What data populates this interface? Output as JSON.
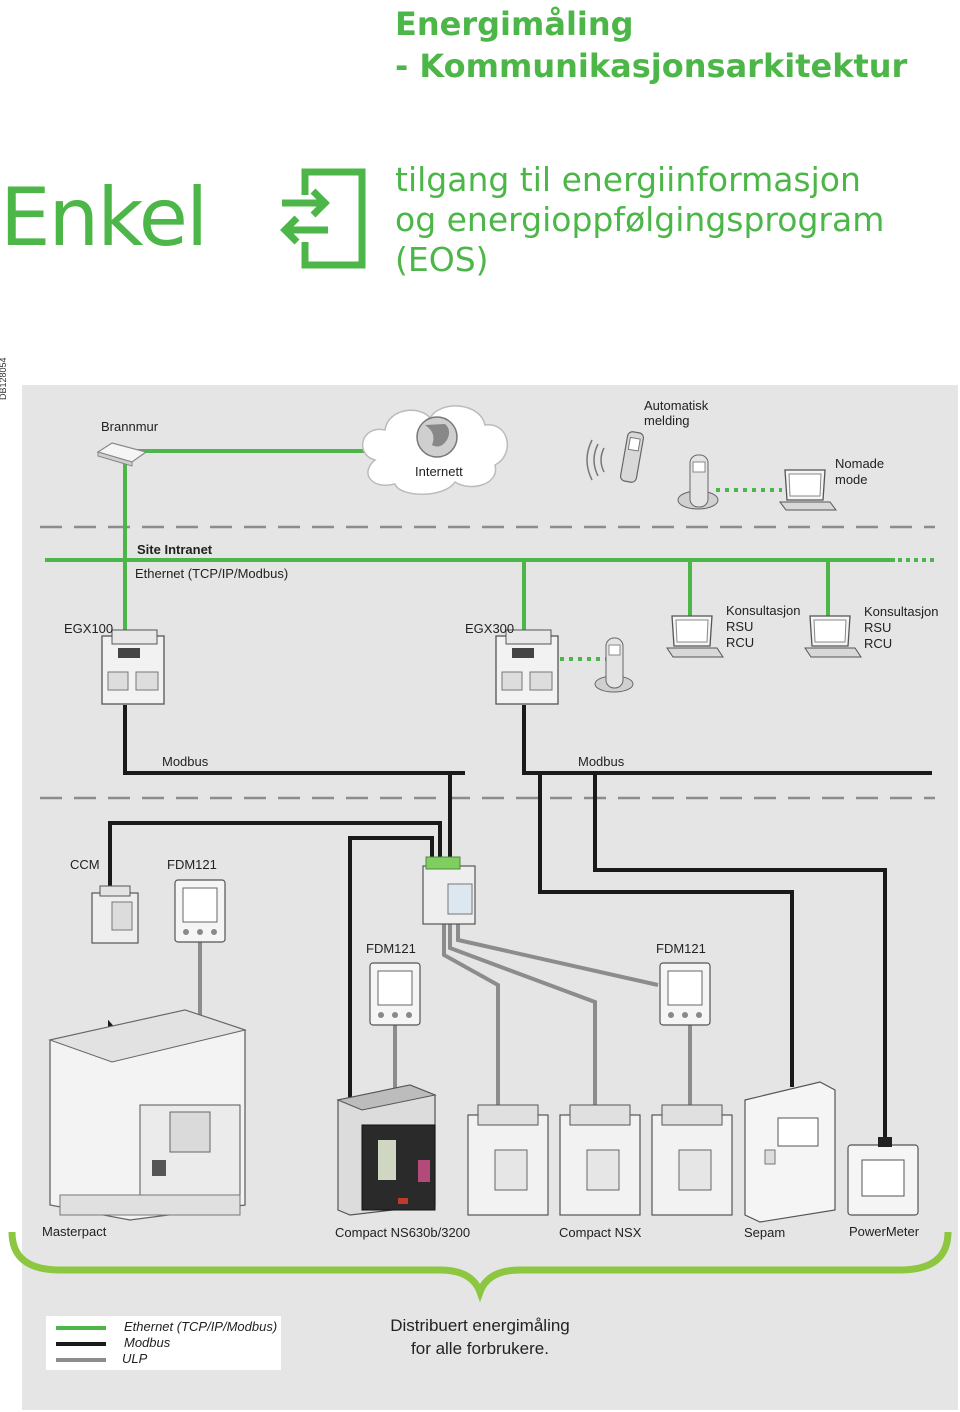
{
  "header": {
    "title_line1": "Energimåling",
    "title_line2": "- Kommunikasjonsarkitektur",
    "keyword": "Enkel",
    "subtitle_line1": "tilgang til energiinformasjon",
    "subtitle_line2": "og energioppfølgingsprogram",
    "subtitle_line3": "(EOS)"
  },
  "doc_id": "DB128054",
  "network": {
    "firewall": "Brannmur",
    "internet": "Internett",
    "auto_message_1": "Automatisk",
    "auto_message_2": "melding",
    "nomadic_1": "Nomade",
    "nomadic_2": "mode",
    "site_intranet": "Site Intranet",
    "ethernet": "Ethernet (TCP/IP/Modbus)",
    "egx100": "EGX100",
    "egx300": "EGX300",
    "consult_1": "Konsultasjon",
    "consult_2": "RSU",
    "consult_3": "RCU",
    "modbus_left": "Modbus",
    "modbus_right": "Modbus"
  },
  "devices": {
    "ccm": "CCM",
    "fdm121_a": "FDM121",
    "fdm121_b": "FDM121",
    "fdm121_c": "FDM121",
    "masterpact": "Masterpact",
    "compact_ns": "Compact NS630b/3200",
    "compact_nsx": "Compact NSX",
    "sepam": "Sepam",
    "powermeter": "PowerMeter"
  },
  "legend": {
    "ethernet": "Ethernet (TCP/IP/Modbus)",
    "modbus": "Modbus",
    "ulp": "ULP",
    "colors": {
      "ethernet": "#4cb748",
      "modbus": "#1a1a1a",
      "ulp": "#8c8c8c"
    }
  },
  "conclusion": {
    "line1": "Distribuert energimåling",
    "line2": "for alle forbrukere."
  }
}
